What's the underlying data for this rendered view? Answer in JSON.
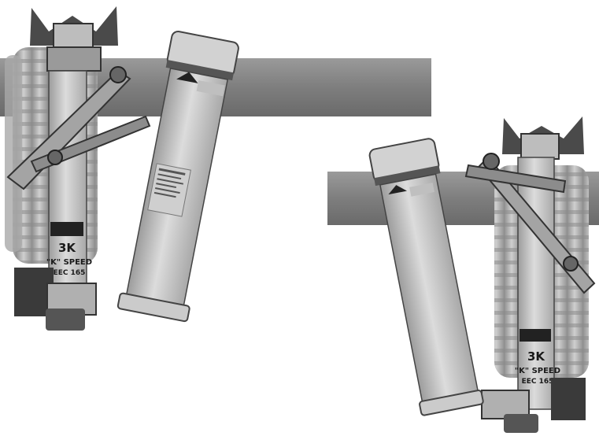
{
  "scene": {
    "colors": {
      "background": "#ffffff",
      "crossarm": "#8a8a8a",
      "insulator": "#b8b8b8",
      "fuse_tube": "#c4c4c4",
      "metal": "#9a9a9a",
      "dark": "#2a2a2a"
    }
  },
  "left_cutout": {
    "rating_label": "3K",
    "speed_label": "\"K\" SPEED",
    "standard_label": "EEC 165"
  },
  "right_cutout": {
    "rating_label": "3K",
    "speed_label": "\"K\" SPEED",
    "standard_label": "EEC 165"
  }
}
